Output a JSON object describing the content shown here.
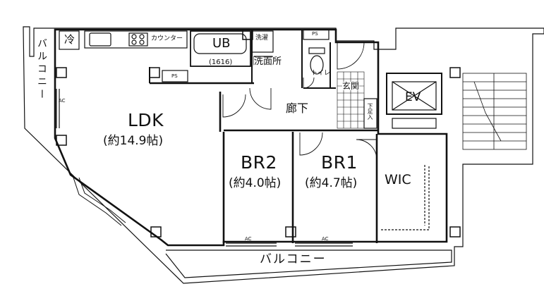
{
  "rooms": {
    "ldk": {
      "name": "LDK",
      "size": "(約14.9帖)"
    },
    "br2": {
      "name": "BR2",
      "size": "(約4.0帖)"
    },
    "br1": {
      "name": "BR1",
      "size": "(約4.7帖)"
    },
    "wic": {
      "name": "WIC"
    },
    "ub": {
      "name": "UB",
      "code": "(1616)"
    },
    "washroom": "洗面所",
    "hallway": "廊下",
    "entrance": "玄関",
    "toilet": "トイレ",
    "ev": "EV"
  },
  "balcony": {
    "top_left": "バルコニー",
    "bottom": "バルコニー"
  },
  "fixtures": {
    "counter": "カウンター",
    "fridge": "冷",
    "washer": "洗濯",
    "shoe_box": "下足入",
    "ps": "PS",
    "ac": "AC"
  }
}
